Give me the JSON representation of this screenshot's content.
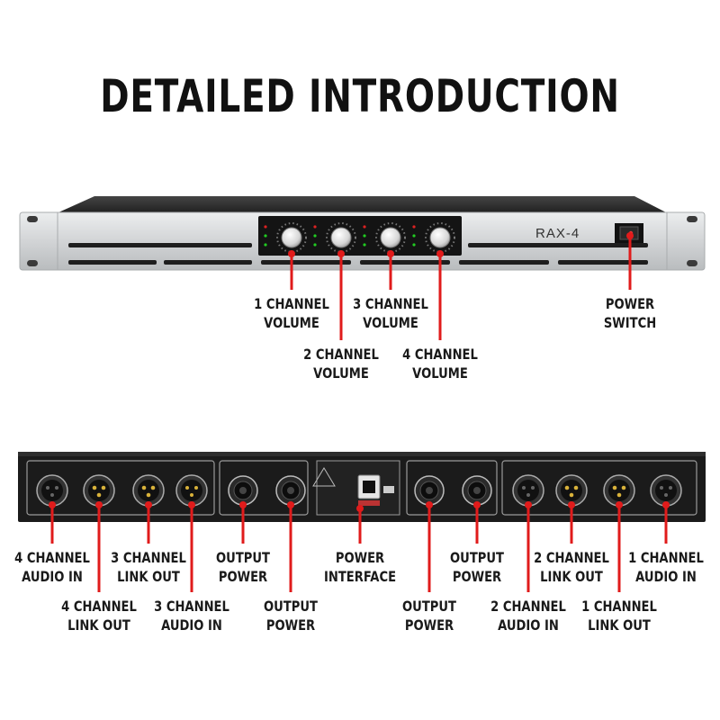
{
  "heading": "DETAILED INTRODUCTION",
  "front_panel": {
    "model": "RAX-4",
    "labels": {
      "ch1_volume": [
        "1 CHANNEL",
        "VOLUME"
      ],
      "ch2_volume": [
        "2 CHANNEL",
        "VOLUME"
      ],
      "ch3_volume": [
        "3 CHANNEL",
        "VOLUME"
      ],
      "ch4_volume": [
        "4 CHANNEL",
        "VOLUME"
      ],
      "power_switch": [
        "POWER",
        "SWITCH"
      ]
    }
  },
  "rear_panel": {
    "labels": {
      "ch4_audio_in": [
        "4 CHANNEL",
        "AUDIO IN"
      ],
      "ch4_link_out": [
        "4 CHANNEL",
        "LINK OUT"
      ],
      "ch3_link_out": [
        "3 CHANNEL",
        "LINK OUT"
      ],
      "ch3_audio_in": [
        "3 CHANNEL",
        "AUDIO IN"
      ],
      "output_power_1": [
        "OUTPUT",
        "POWER"
      ],
      "output_power_2": [
        "OUTPUT",
        "POWER"
      ],
      "power_interface": [
        "POWER",
        "INTERFACE"
      ],
      "output_power_3": [
        "OUTPUT",
        "POWER"
      ],
      "output_power_4": [
        "OUTPUT",
        "POWER"
      ],
      "ch2_link_out": [
        "2 CHANNEL",
        "LINK OUT"
      ],
      "ch2_audio_in": [
        "2 CHANNEL",
        "AUDIO IN"
      ],
      "ch1_link_out": [
        "1 CHANNEL",
        "LINK OUT"
      ],
      "ch1_audio_in": [
        "1 CHANNEL",
        "AUDIO IN"
      ]
    }
  },
  "colors": {
    "callout": "#e01b1b",
    "text": "#1a1a1a",
    "chassis": "#d4d6d8",
    "rear": "#1b1b1b"
  }
}
